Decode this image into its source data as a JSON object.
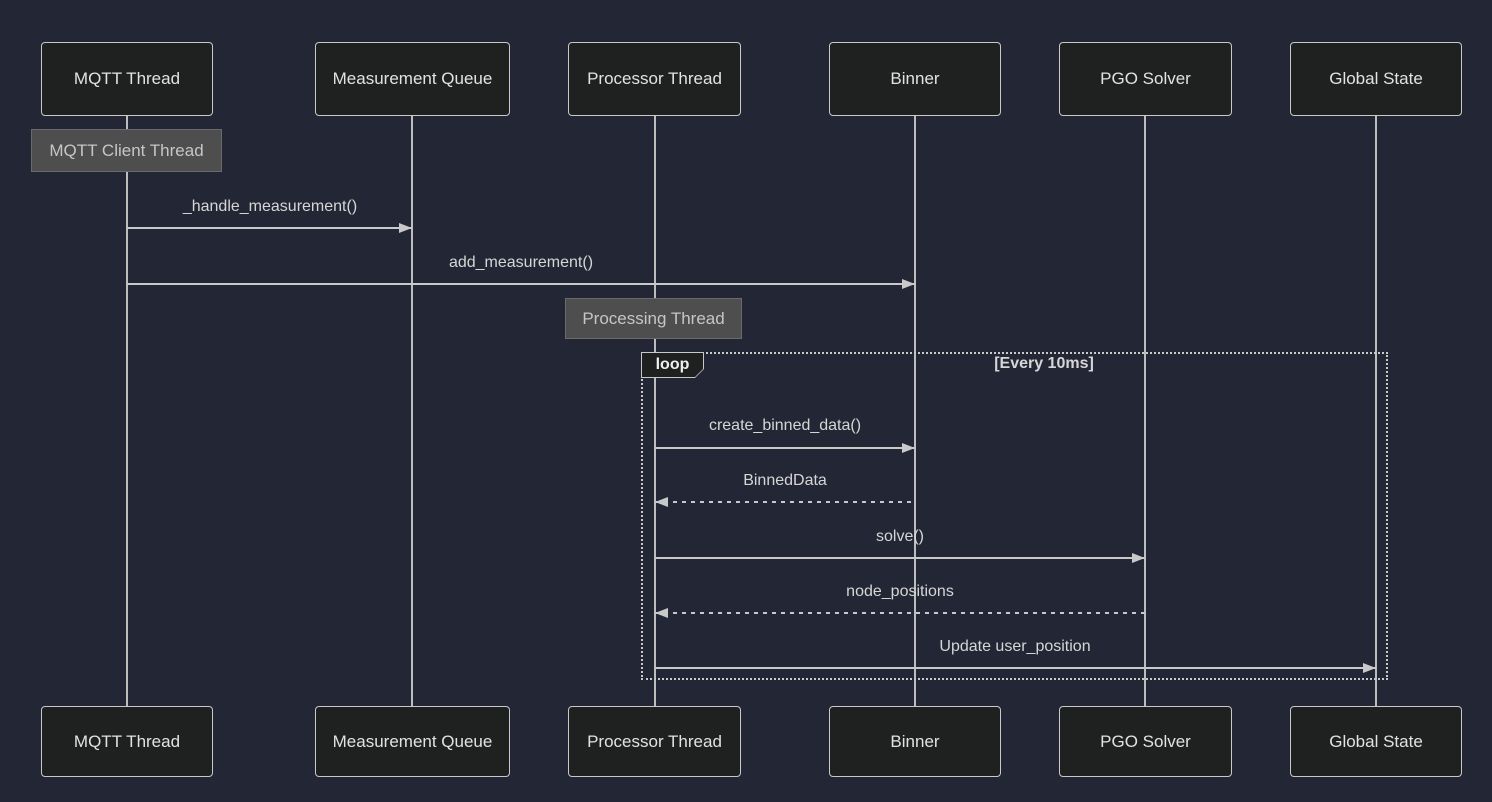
{
  "diagram": {
    "type": "sequence-diagram",
    "participants": [
      {
        "label": "MQTT Thread"
      },
      {
        "label": "Measurement Queue"
      },
      {
        "label": "Processor Thread"
      },
      {
        "label": "Binner"
      },
      {
        "label": "PGO Solver"
      },
      {
        "label": "Global State"
      }
    ],
    "notes": [
      {
        "label": "MQTT Client Thread",
        "over": "MQTT Thread"
      },
      {
        "label": "Processing Thread",
        "over": "Processor Thread"
      }
    ],
    "messages": [
      {
        "label": "_handle_measurement()",
        "from": "MQTT Thread",
        "to": "Measurement Queue",
        "style": "solid"
      },
      {
        "label": "add_measurement()",
        "from": "MQTT Thread",
        "to": "Binner",
        "style": "solid"
      },
      {
        "label": "create_binned_data()",
        "from": "Processor Thread",
        "to": "Binner",
        "style": "solid"
      },
      {
        "label": "BinnedData",
        "from": "Binner",
        "to": "Processor Thread",
        "style": "dashed"
      },
      {
        "label": "solve()",
        "from": "Processor Thread",
        "to": "PGO Solver",
        "style": "solid"
      },
      {
        "label": "node_positions",
        "from": "PGO Solver",
        "to": "Processor Thread",
        "style": "dashed"
      },
      {
        "label": "Update user_position",
        "from": "Processor Thread",
        "to": "Global State",
        "style": "solid"
      }
    ],
    "loop": {
      "label": "loop",
      "condition": "[Every 10ms]"
    },
    "colors": {
      "background": "#232634",
      "actor_fill": "#1f2020",
      "actor_border": "#c9c9c9",
      "line": "#c9c9c9",
      "note_fill": "#4e4e4e",
      "text": "#d6d6d6"
    }
  }
}
